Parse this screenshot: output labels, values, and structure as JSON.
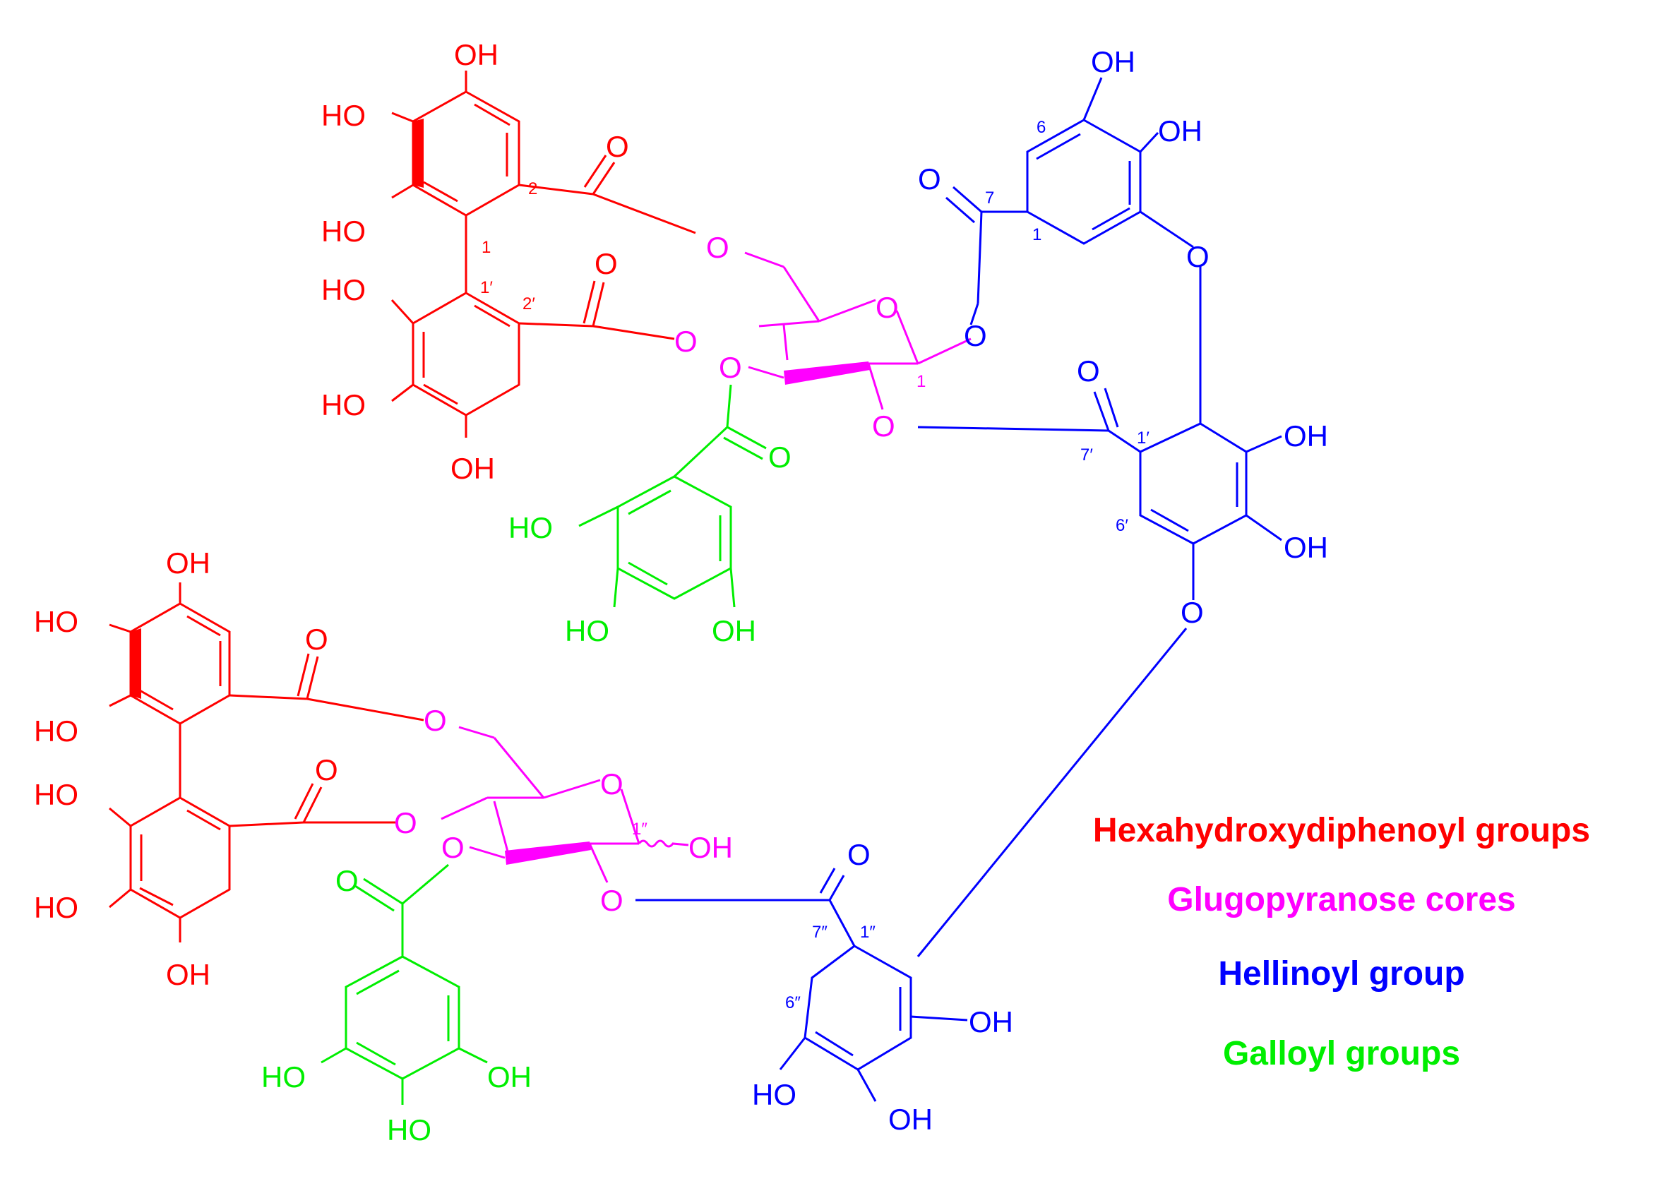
{
  "colors": {
    "hhdp": "#ff0000",
    "glucose": "#ff00ff",
    "hellinoyl": "#0000ff",
    "galloyl": "#00ee00"
  },
  "legend": {
    "hhdp": "Hexahydroxydiphenoyl groups",
    "glucose": "Glugopyranose cores",
    "hellinoyl": "Hellinoyl group",
    "galloyl": "Galloyl groups"
  },
  "atoms": {
    "oh": "OH",
    "ho": "HO",
    "o": "O"
  },
  "locants": {
    "c1": "1",
    "c2": "2",
    "c6": "6",
    "c7": "7",
    "c1p": "1′",
    "c2p": "2′",
    "c6p": "6′",
    "c7p": "7′",
    "c1pp": "1″",
    "c6pp": "6″",
    "c7pp": "7″"
  }
}
